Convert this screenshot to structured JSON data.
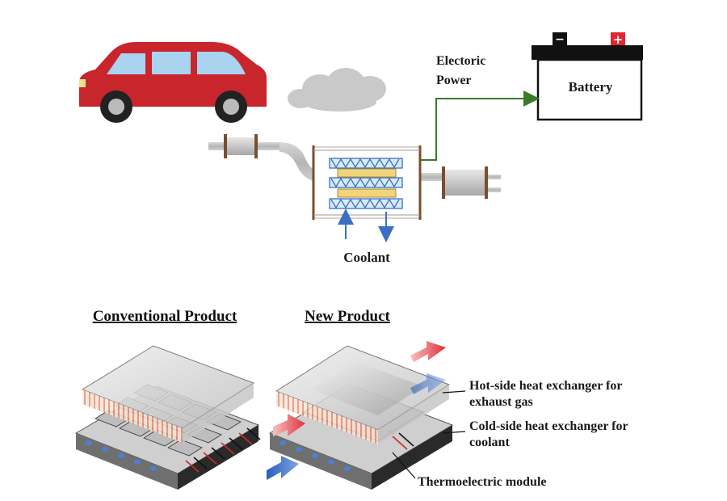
{
  "top": {
    "power_label_line1": "Electoric",
    "power_label_line2": "Power",
    "battery_label": "Battery",
    "battery_minus": "−",
    "battery_plus": "+",
    "coolant_label": "Coolant"
  },
  "bottom": {
    "conventional_heading": "Conventional Product",
    "new_heading": "New Product",
    "callouts": {
      "hot_line1": "Hot-side heat exchanger for",
      "hot_line2": "exhaust gas",
      "cold_line1": "Cold-side heat exchanger for",
      "cold_line2": "coolant",
      "module": "Thermoelectric module"
    }
  },
  "colors": {
    "car_body": "#c8262c",
    "car_window": "#a9d3ee",
    "wire": "#3a7a2a",
    "coolant_arrow": "#3a6fc4",
    "hot_arrow": "#e0303a",
    "cold_arrow": "#3a6fc4",
    "fin_hot": "#f3c99a",
    "fin_cold": "#cfe3f3"
  }
}
